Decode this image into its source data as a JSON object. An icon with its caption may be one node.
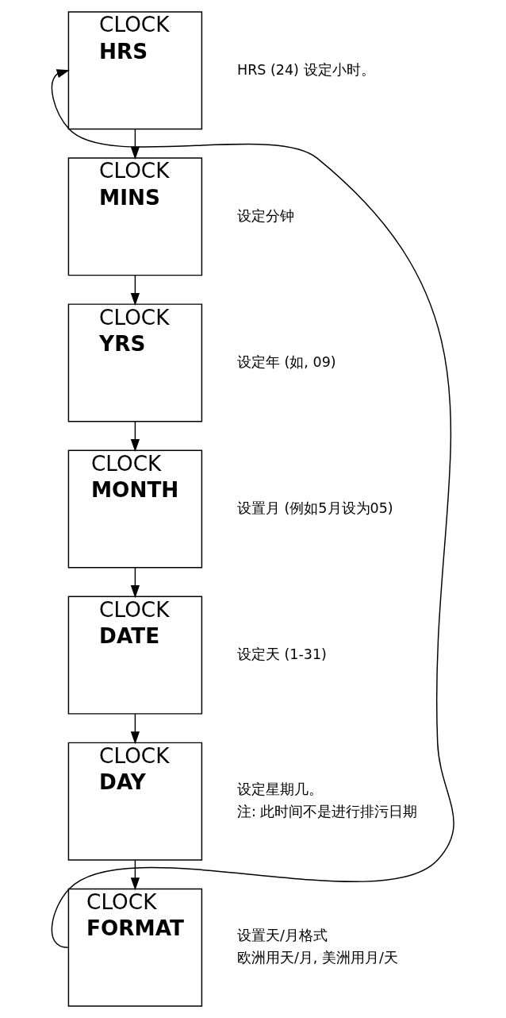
{
  "diagram": {
    "nodes": [
      {
        "text": [
          "CLOCK",
          "HRS"
        ],
        "beside": [
          "HRS (24) 设定小时。"
        ]
      },
      {
        "text": [
          "CLOCK",
          "MINS"
        ],
        "beside": [
          "设定分钟"
        ]
      },
      {
        "text": [
          "CLOCK",
          "YRS"
        ],
        "beside": [
          "设定年 (如, 09)"
        ]
      },
      {
        "text": [
          "CLOCK",
          "MONTH"
        ],
        "beside": [
          "设置月 (例如5月设为05)"
        ]
      },
      {
        "text": [
          "CLOCK",
          "DATE"
        ],
        "beside": [
          "设定天 (1-31)"
        ]
      },
      {
        "text": [
          "CLOCK",
          "DAY"
        ],
        "beside": [
          "设定星期几。",
          "注: 此时间不是进行排污日期"
        ]
      },
      {
        "text": [
          "CLOCK",
          "FORMAT"
        ],
        "beside": [
          "设置天/月格式",
          "欧洲用天/月, 美洲用月/天"
        ]
      }
    ],
    "edges": [
      {
        "from": 0,
        "to": 1,
        "arrow": "to"
      },
      {
        "from": 1,
        "to": 2,
        "arrow": "to"
      },
      {
        "from": 2,
        "to": 3,
        "arrow": "to"
      },
      {
        "from": 3,
        "to": 4,
        "arrow": "to"
      },
      {
        "from": 4,
        "to": 5,
        "arrow": "to"
      },
      {
        "from": 5,
        "to": 6,
        "arrow": "to"
      },
      {
        "from": 6,
        "to": 0,
        "arrow": "to"
      }
    ]
  }
}
